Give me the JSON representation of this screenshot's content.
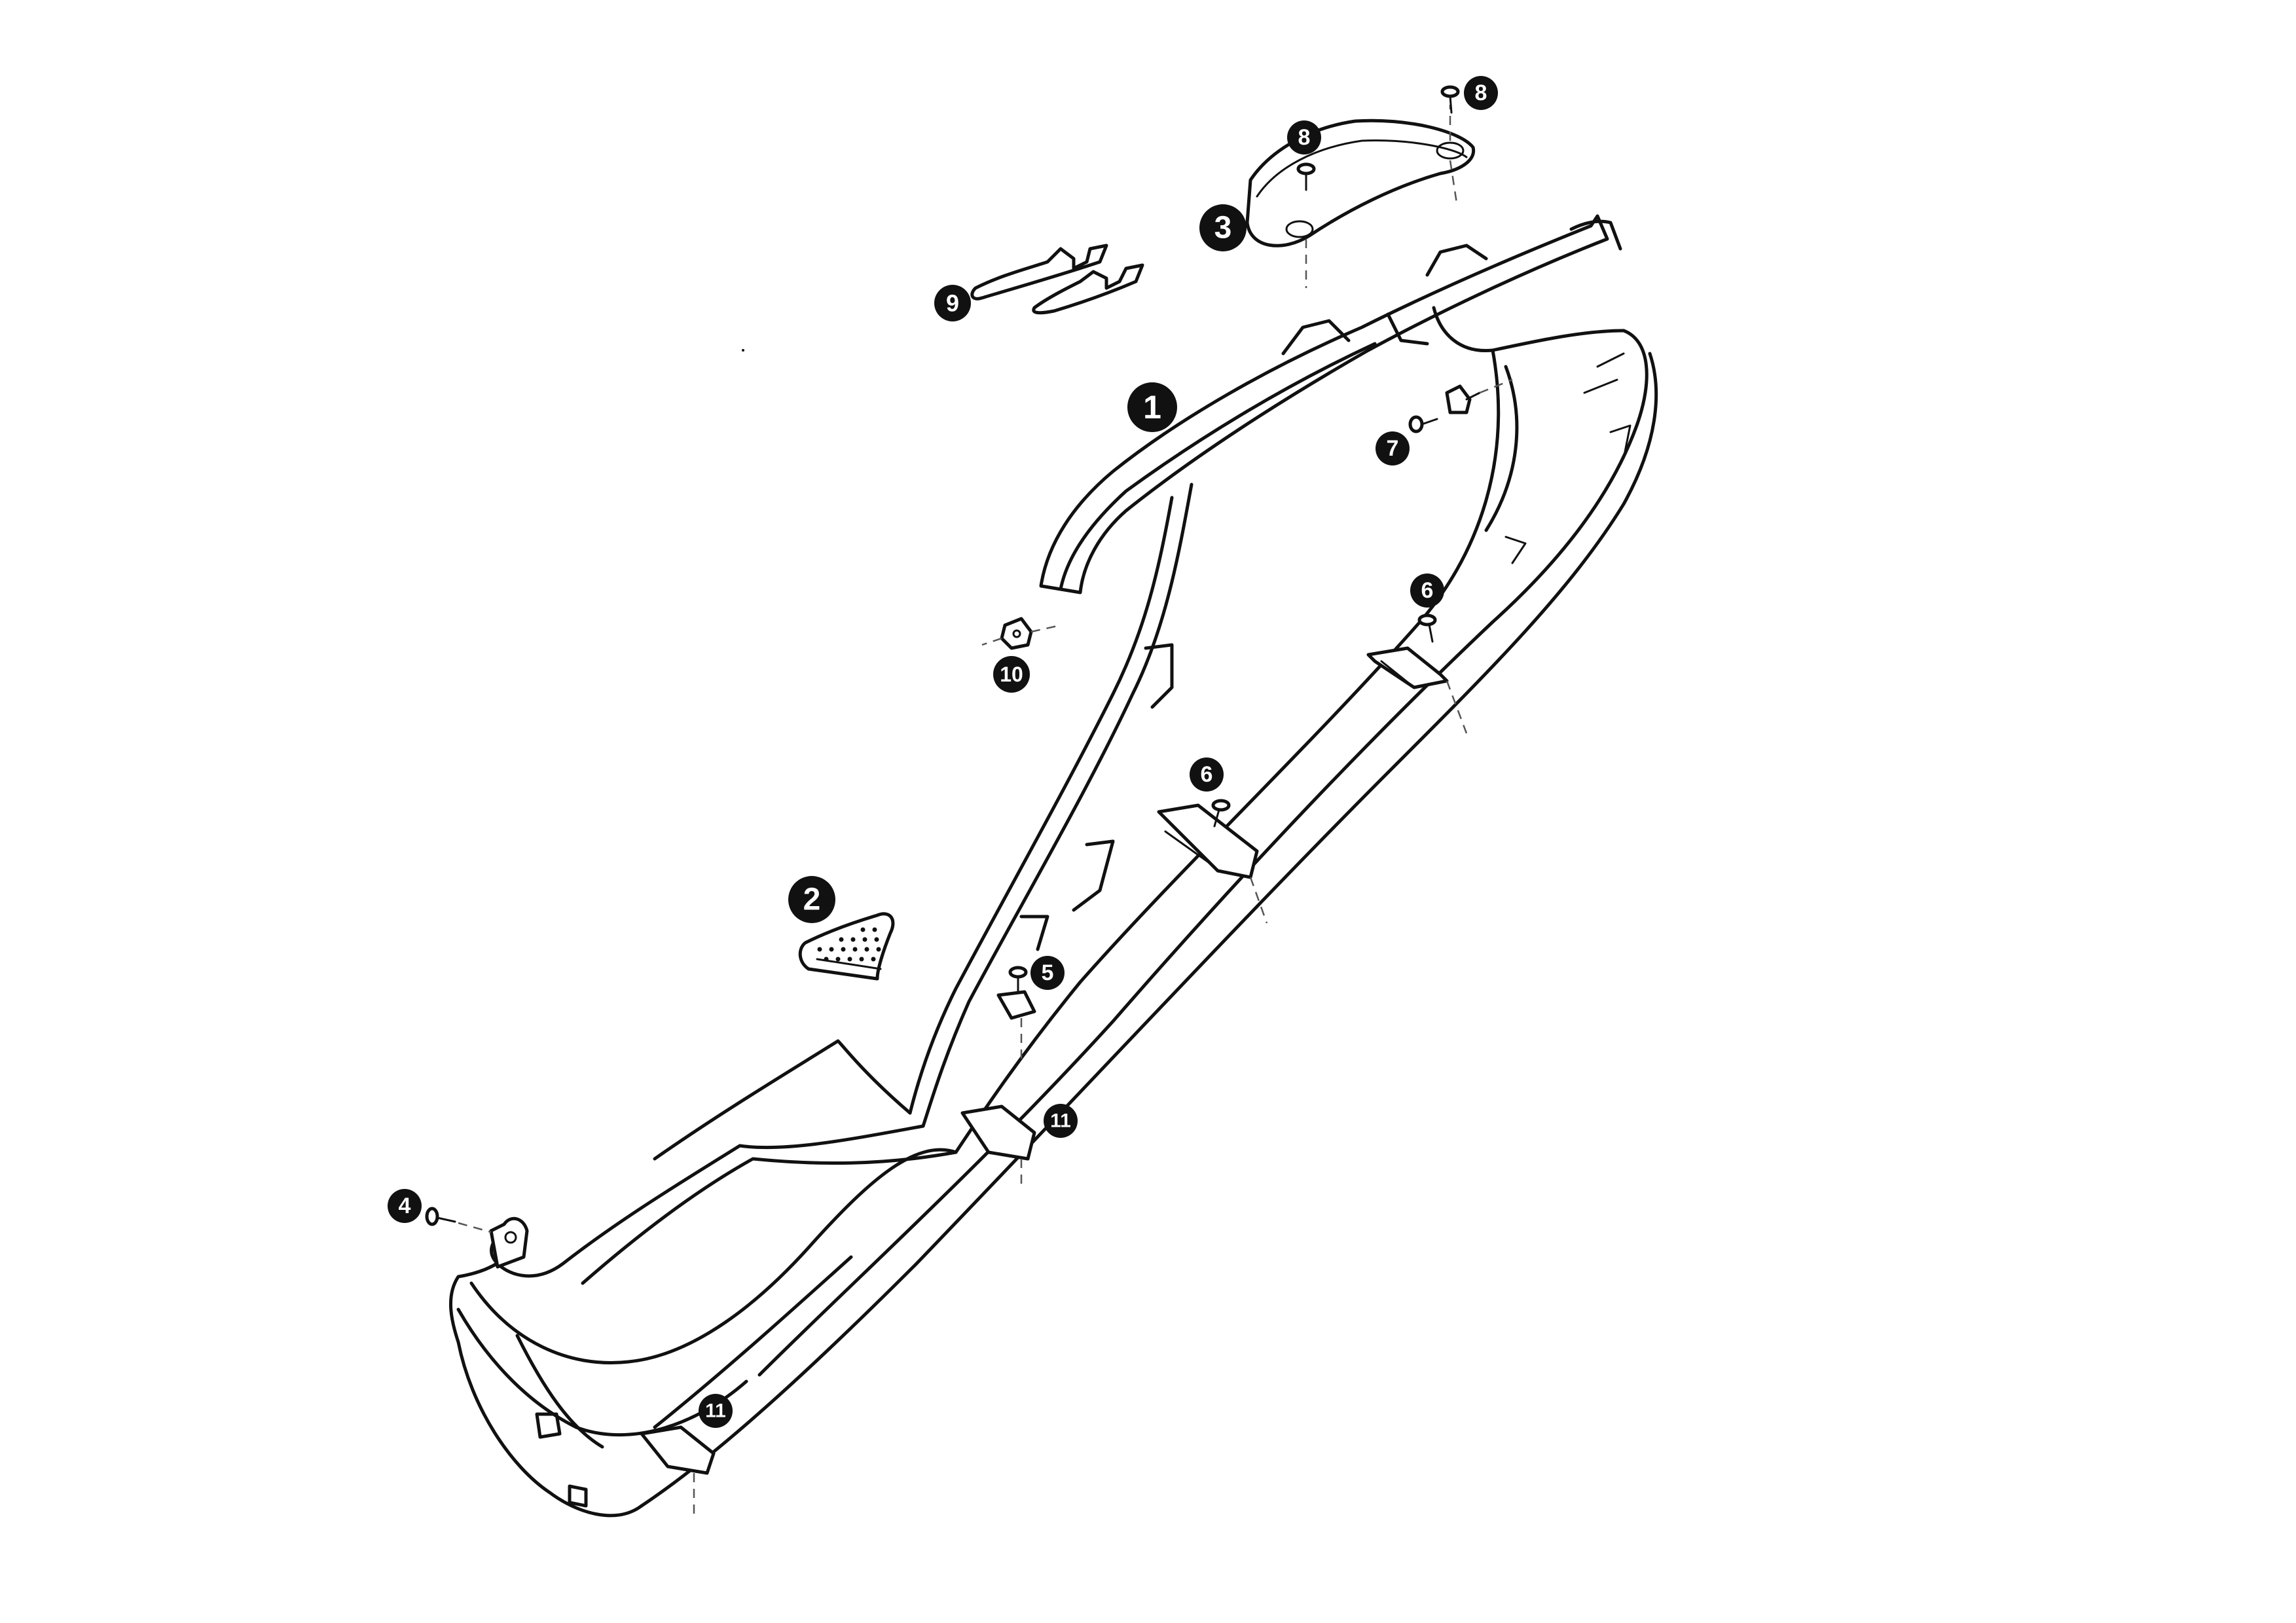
{
  "diagram": {
    "ink_color": "#111111",
    "background_color": "#ffffff",
    "callouts": [
      "1",
      "2",
      "3",
      "4",
      "5",
      "6",
      "6",
      "7",
      "8",
      "8",
      "9",
      "10",
      "11",
      "11"
    ]
  }
}
